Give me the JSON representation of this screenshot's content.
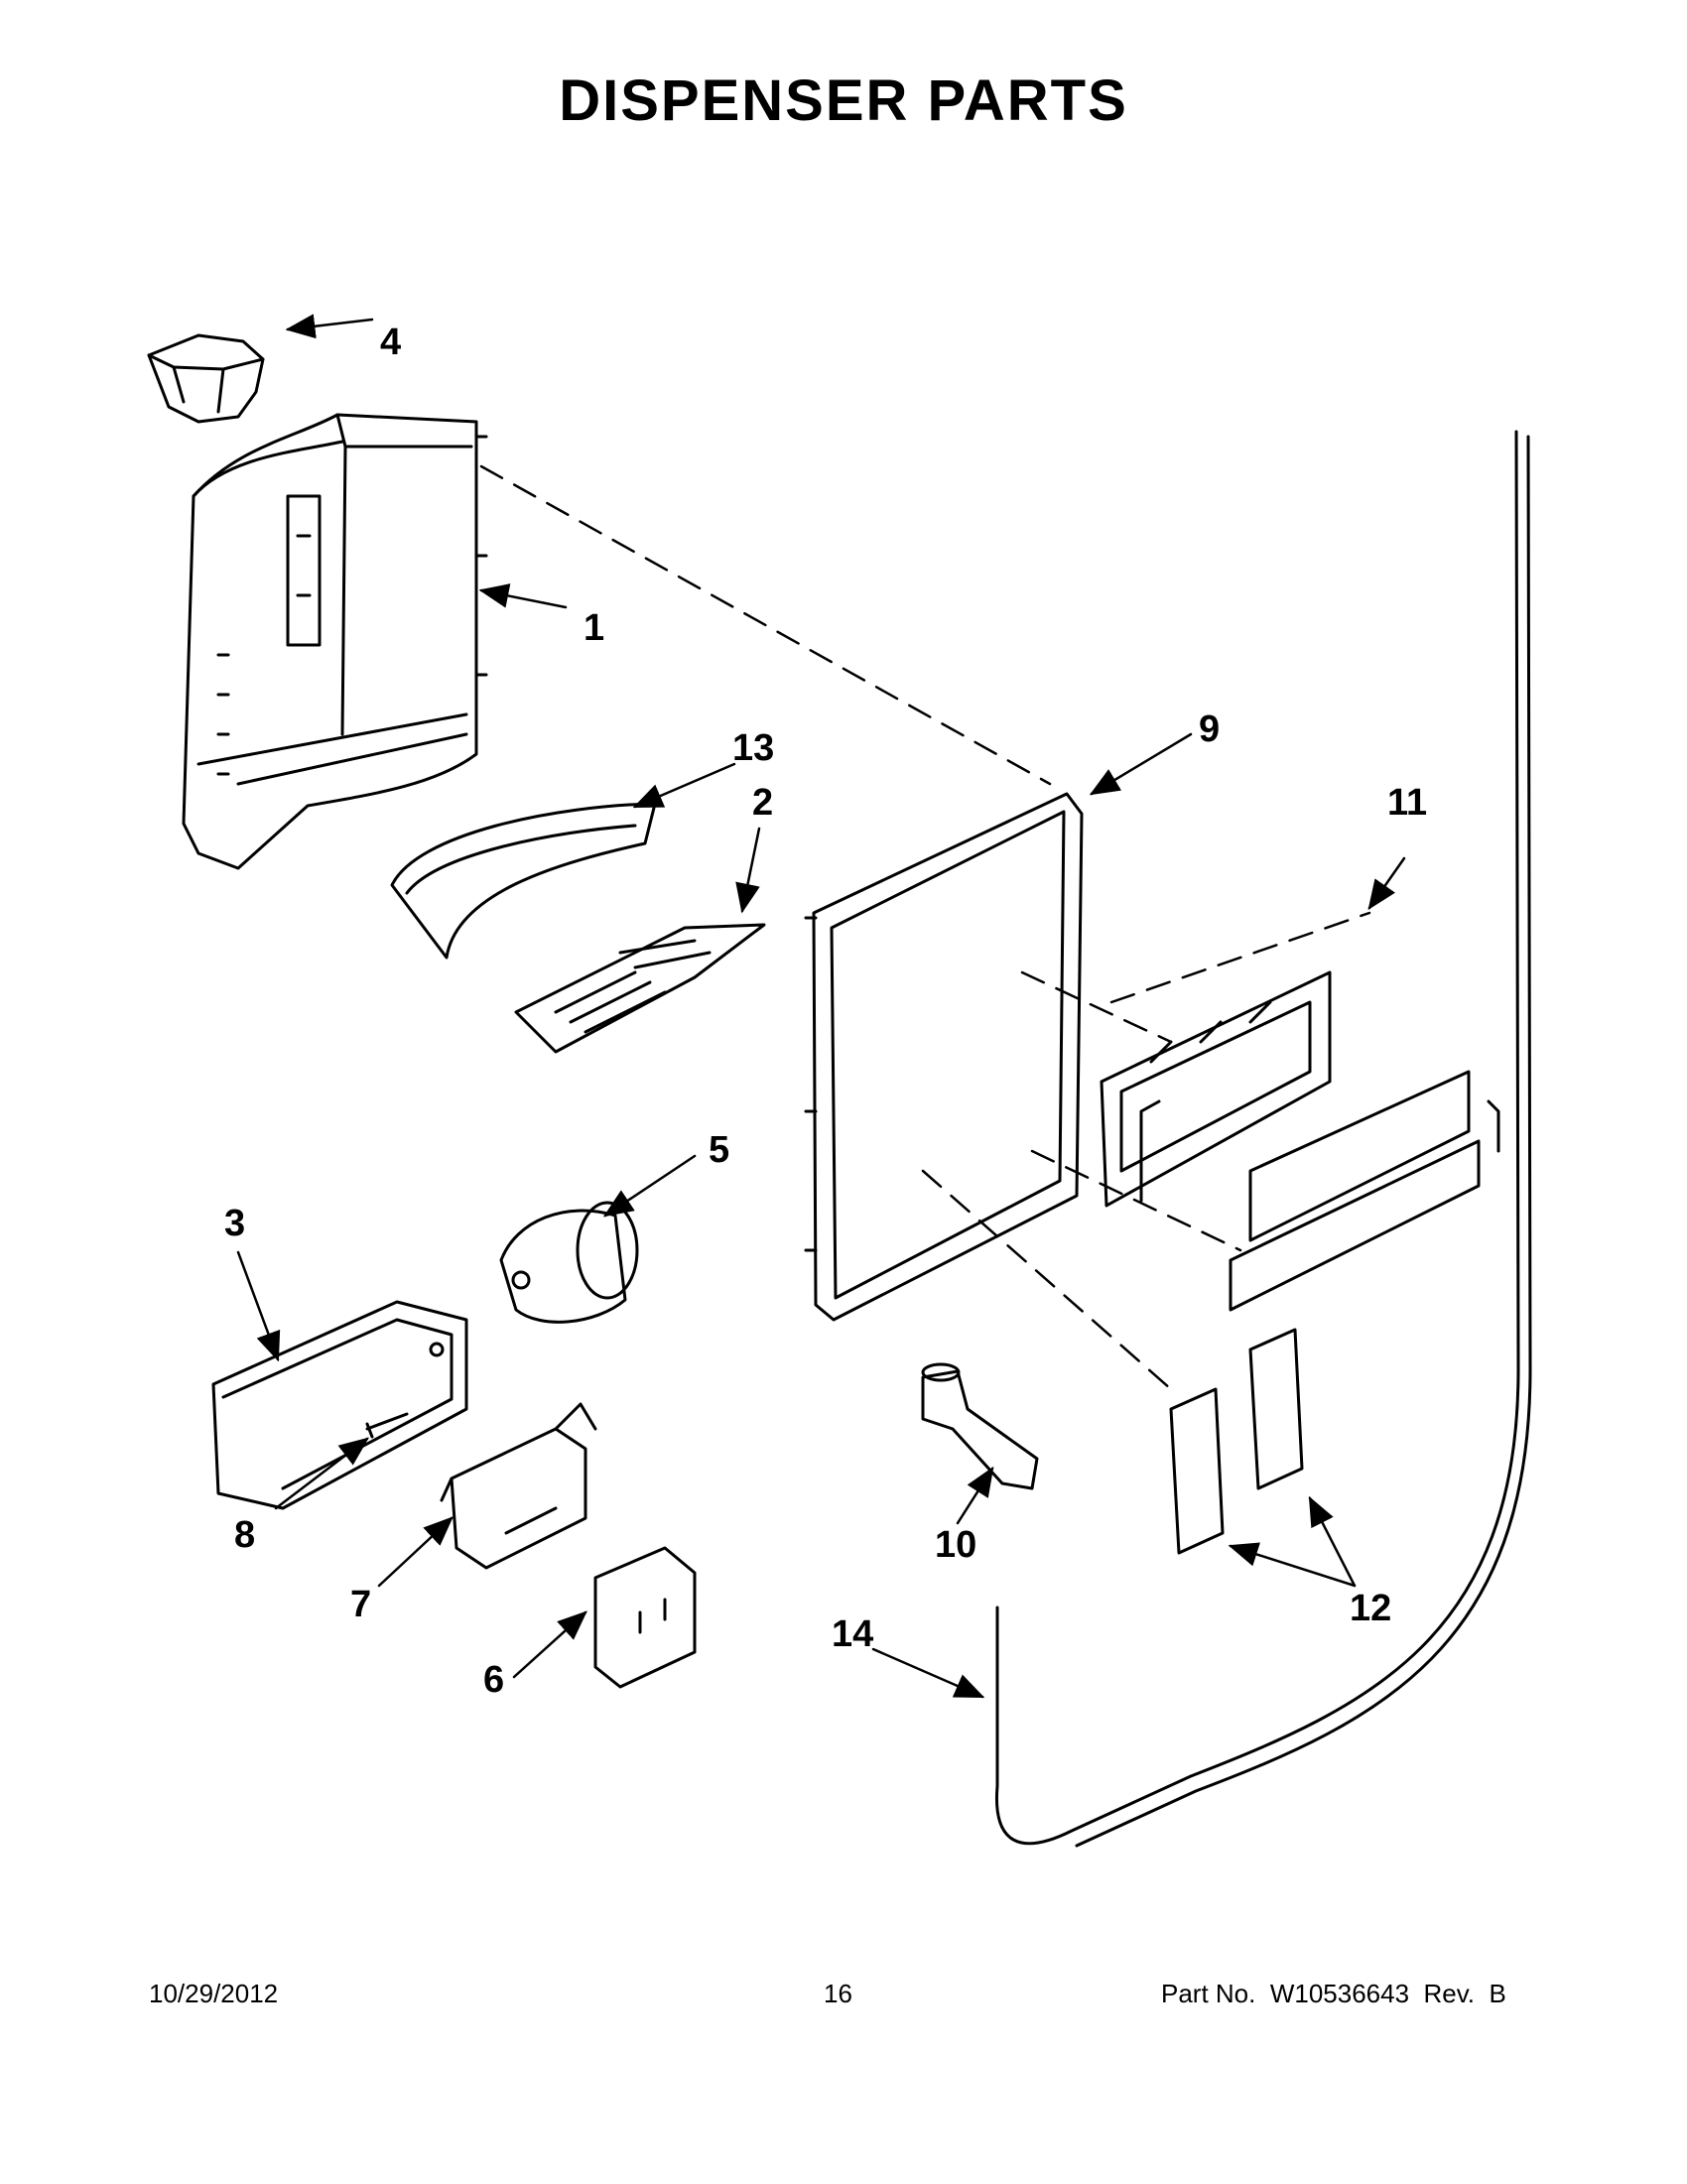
{
  "title": "DISPENSER PARTS",
  "callouts": [
    "1",
    "2",
    "3",
    "4",
    "5",
    "6",
    "7",
    "8",
    "9",
    "10",
    "11",
    "12",
    "13",
    "14"
  ],
  "footer": {
    "date": "10/29/2012",
    "page": "16",
    "part_number": "Part No.  W10536643  Rev.  B"
  }
}
